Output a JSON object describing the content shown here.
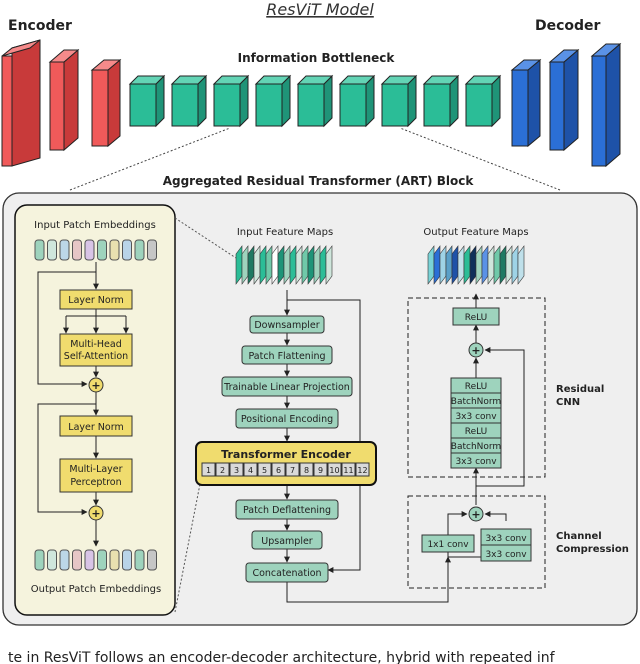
{
  "title": "ResViT Model",
  "top": {
    "encoder": "Encoder",
    "decoder": "Decoder",
    "bottleneck": "Information Bottleneck"
  },
  "art_title": "Aggregated Residual Transformer (ART) Block",
  "transformer_layer": {
    "input": "Input Patch Embeddings",
    "output": "Output Patch Embeddings",
    "layer_norm_1": "Layer Norm",
    "mhsa_line1": "Multi-Head",
    "mhsa_line2": "Self-Attention",
    "layer_norm_2": "Layer Norm",
    "mlp_line1": "Multi-Layer",
    "mlp_line2": "Perceptron"
  },
  "pipeline": {
    "input": "Input Feature Maps",
    "downsampler": "Downsampler",
    "patch_flattening": "Patch Flattening",
    "linear_projection": "Trainable Linear Projection",
    "positional_encoding": "Positional Encoding",
    "transformer_encoder": "Transformer Encoder",
    "tokens": [
      "1",
      "2",
      "3",
      "4",
      "5",
      "6",
      "7",
      "8",
      "9",
      "10",
      "11",
      "12"
    ],
    "patch_deflattening": "Patch Deflattening",
    "upsampler": "Upsampler",
    "concatenation": "Concatenation"
  },
  "residual": {
    "output": "Output Feature Maps",
    "relu_top": "ReLU",
    "relu_1": "ReLU",
    "batchnorm_1": "BatchNorm",
    "conv_1": "3x3 conv",
    "relu_2": "ReLU",
    "batchnorm_2": "BatchNorm",
    "conv_2": "3x3 conv",
    "label_line1": "Residual",
    "label_line2": "CNN"
  },
  "compression": {
    "conv1x1": "1x1 conv",
    "conv3x3_a": "3x3 conv",
    "conv3x3_b": "3x3 conv",
    "label_line1": "Channel",
    "label_line2": "Compression"
  },
  "plus_symbol": "+",
  "caption_fragment": "te in ResViT follows an encoder-decoder architecture, hybrid with repeated inf",
  "colors": {
    "encoder": "#f05a5a",
    "decoder": "#2b6fd6",
    "bottleneck": "#2bbd97",
    "box_green": "#9ed3bd",
    "box_yellow": "#f0dc6e",
    "panel": "#efefef",
    "left_panel": "#f5f3dd"
  }
}
